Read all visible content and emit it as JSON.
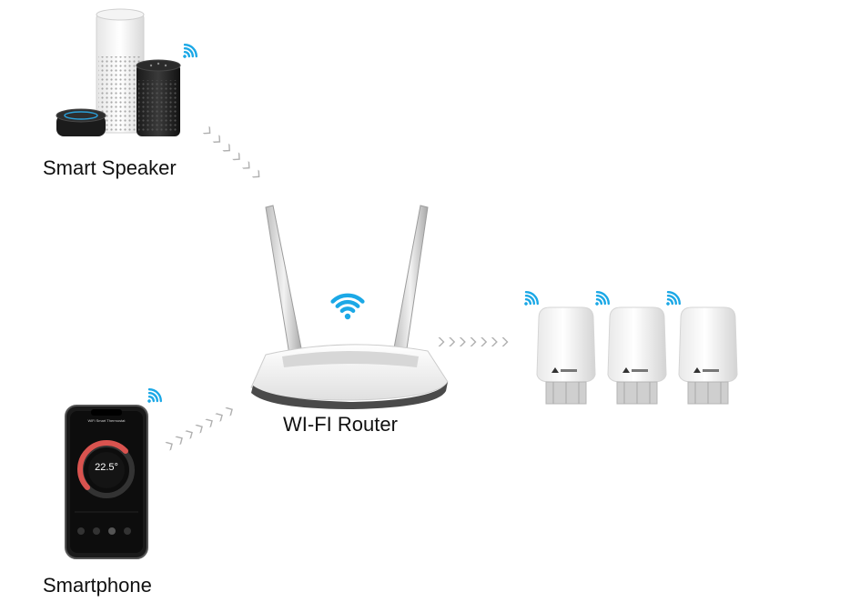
{
  "labels": {
    "speaker": "Smart Speaker",
    "router": "WI-FI Router",
    "phone": "Smartphone"
  },
  "phone_screen": {
    "title": "WiFi Smart Thermostat",
    "temperature": "22.5°"
  },
  "colors": {
    "wifi": "#1ba8e6",
    "arrow": "#b0b0b0",
    "label_text": "#111111"
  },
  "icons": [
    "wifi-icon",
    "chevron-arrow-icon"
  ]
}
